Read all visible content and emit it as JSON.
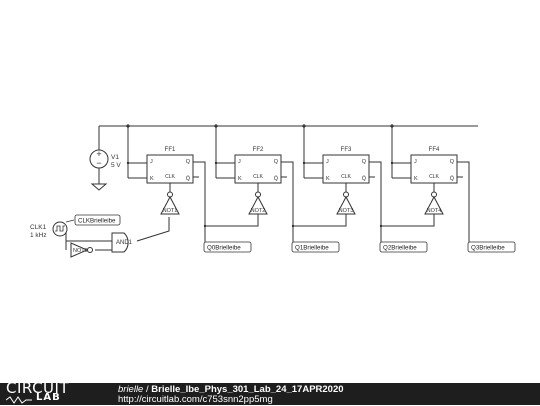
{
  "source": {
    "name": "V1",
    "value": "5 V"
  },
  "clock": {
    "name": "CLK1",
    "freq": "1 kHz",
    "probe": "CLKBrielleibe"
  },
  "gates": {
    "not0": "NOT0",
    "and1": "AND1"
  },
  "flipflops": [
    {
      "name": "FF1",
      "not": "NOT1",
      "probe": "Q0Brielleibe"
    },
    {
      "name": "FF2",
      "not": "NOT2",
      "probe": "Q1Brielleibe"
    },
    {
      "name": "FF3",
      "not": "NOT3",
      "probe": "Q2Brielleibe"
    },
    {
      "name": "FF4",
      "not": "NOT4",
      "probe": "Q3Brielleibe"
    }
  ],
  "pins": {
    "j": "J",
    "k": "K",
    "q": "Q",
    "qbar": "Q̄",
    "clk": "CLK"
  },
  "footer": {
    "logo_top": "CIRCUIT",
    "logo_bottom": "LAB",
    "user": "brielle",
    "separator": " / ",
    "title": "Brielle_Ibe_Phys_301_Lab_24_17APR2020",
    "url": "http://circuitlab.com/c753snn2pp5mg"
  },
  "colors": {
    "wire": "#333333",
    "footer_bg": "#1e1e1e"
  }
}
